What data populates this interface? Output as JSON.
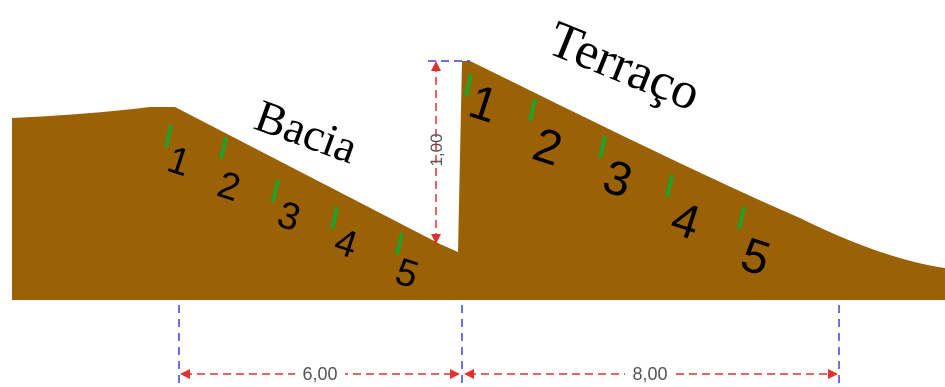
{
  "labels": {
    "basin": "Bacia",
    "terrace": "Terraço"
  },
  "basin_points": [
    "1",
    "2",
    "3",
    "4",
    "5"
  ],
  "terrace_points": [
    "1",
    "2",
    "3",
    "4",
    "5"
  ],
  "dimensions": {
    "basin_width": "6,00",
    "terrace_width": "8,00",
    "riser_height": "1,00"
  },
  "colors": {
    "soil": "#9B6105",
    "marker": "#22A02A",
    "dim_line_red": "#E03030",
    "dim_line_blue": "#3344DD",
    "dim_text": "#555555"
  }
}
